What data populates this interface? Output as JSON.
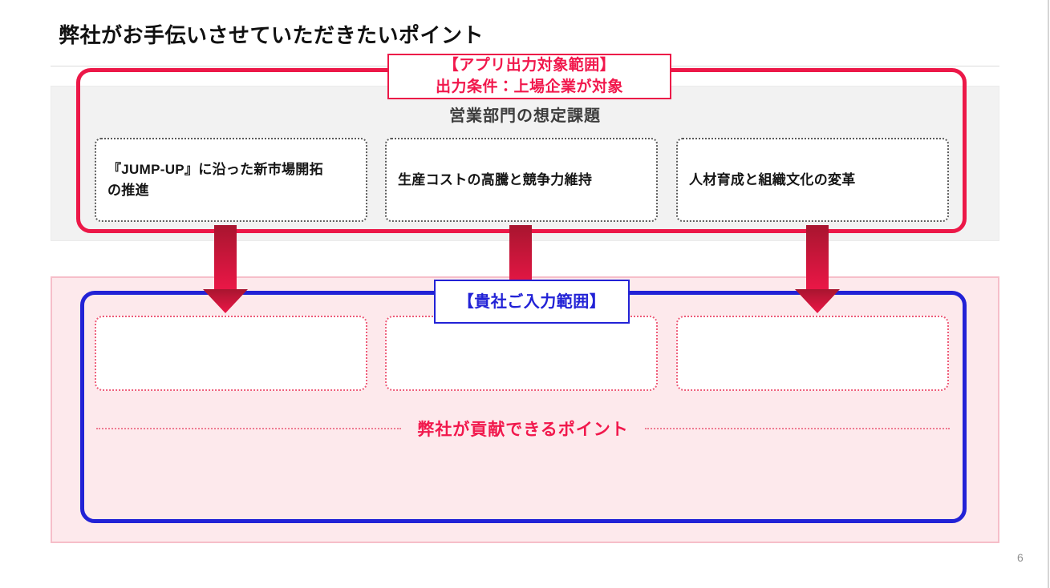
{
  "page": {
    "title": "弊社がお手伝いさせていただきたいポイント",
    "page_number": "6"
  },
  "top_section": {
    "scope_label": {
      "line1": "【アプリ出力対象範囲】",
      "line2": "出力条件：上場企業が対象"
    },
    "heading": "営業部門の想定課題",
    "cards": [
      {
        "text": "『JUMP-UP』に沿った新市場開拓の推進"
      },
      {
        "text": "生産コストの高騰と競争力維持"
      },
      {
        "text": "人材育成と組織文化の変革"
      }
    ]
  },
  "bottom_section": {
    "scope_label": "【貴社ご入力範囲】",
    "contribution_heading": "弊社が貢献できるポイント",
    "cards": [
      {
        "text": ""
      },
      {
        "text": ""
      },
      {
        "text": ""
      }
    ]
  },
  "icons": [
    {
      "name": "down-arrow",
      "meaning": "flow from assumed issues to input area"
    }
  ],
  "colors": {
    "accent-red": "#ec1848",
    "red-text": "#f1184c",
    "accent-blue": "#2222d6",
    "panel-gray": "#f2f2f2",
    "panel-pink": "#fde9ec",
    "pink-border": "#f6bec9",
    "card-dot-gray": "#5a5a5a",
    "card-dot-pink": "#ee5b78",
    "arrow-top": "#a8152f",
    "arrow-bottom": "#ec1747",
    "heading-gray": "#3d3d3d",
    "page-number-gray": "#909090"
  }
}
